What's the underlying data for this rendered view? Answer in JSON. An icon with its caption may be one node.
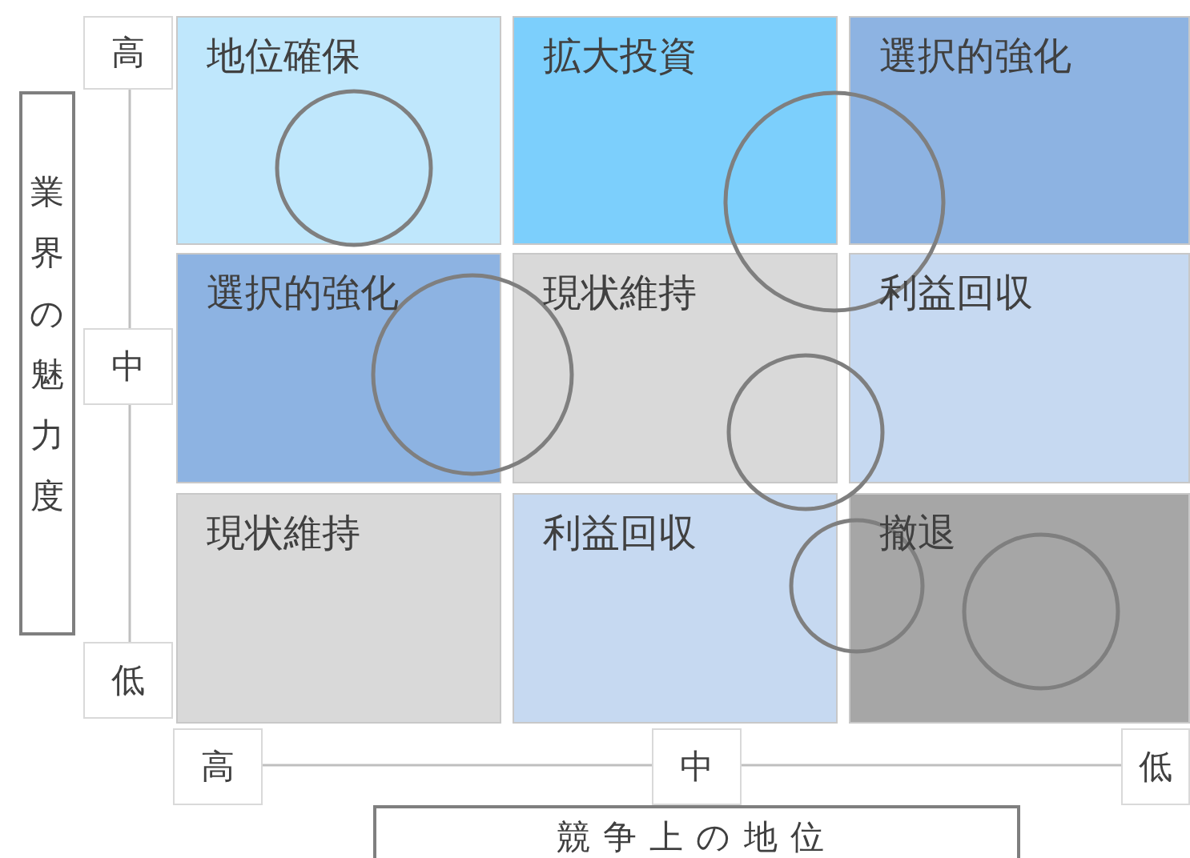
{
  "diagram": {
    "nodes": [
      {
        "text": [
          "業界の魅力度"
        ]
      },
      {
        "text": [
          "高"
        ]
      },
      {
        "text": [
          "中"
        ]
      },
      {
        "text": [
          "低"
        ]
      },
      {
        "text": [
          "地位確保"
        ]
      },
      {
        "text": [
          "拡大投資"
        ]
      },
      {
        "text": [
          "選択的強化"
        ]
      },
      {
        "text": [
          "選択的強化"
        ]
      },
      {
        "text": [
          "現状維持"
        ]
      },
      {
        "text": [
          "利益回収"
        ]
      },
      {
        "text": [
          "現状維持"
        ]
      },
      {
        "text": [
          "利益回収"
        ]
      },
      {
        "text": [
          "撤退"
        ]
      },
      {
        "text": [
          "高"
        ]
      },
      {
        "text": [
          "中"
        ]
      },
      {
        "text": [
          "低"
        ]
      },
      {
        "text": [
          "競争上の地位"
        ]
      },
      {
        "text": [],
        "shape": "circle",
        "in": 4
      },
      {
        "text": [],
        "shape": "circle"
      },
      {
        "text": [],
        "shape": "circle"
      },
      {
        "text": [],
        "shape": "circle"
      },
      {
        "text": [],
        "shape": "circle"
      },
      {
        "text": [],
        "shape": "circle",
        "in": 12
      }
    ]
  }
}
